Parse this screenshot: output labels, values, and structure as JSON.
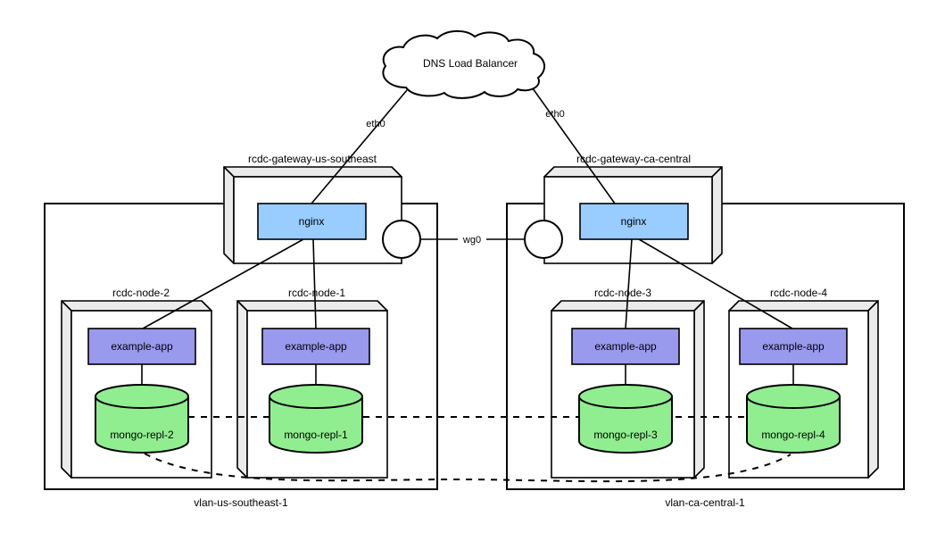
{
  "cloud": {
    "label": "DNS Load Balancer"
  },
  "links": {
    "eth0_left": "eth0",
    "eth0_right": "eth0",
    "wg0": "wg0"
  },
  "gateways": {
    "left": {
      "name": "rcdc-gateway-us-southeast",
      "service": "nginx"
    },
    "right": {
      "name": "rcdc-gateway-ca-central",
      "service": "nginx"
    }
  },
  "vlans": {
    "left": {
      "name": "vlan-us-southeast-1"
    },
    "right": {
      "name": "vlan-ca-central-1"
    }
  },
  "nodes": {
    "node2": {
      "name": "rcdc-node-2",
      "app": "example-app",
      "db": "mongo-repl-2"
    },
    "node1": {
      "name": "rcdc-node-1",
      "app": "example-app",
      "db": "mongo-repl-1"
    },
    "node3": {
      "name": "rcdc-node-3",
      "app": "example-app",
      "db": "mongo-repl-3"
    },
    "node4": {
      "name": "rcdc-node-4",
      "app": "example-app",
      "db": "mongo-repl-4"
    }
  },
  "colors": {
    "nginx": "#99ccff",
    "app": "#9999ee",
    "db": "#90ee90",
    "cloud": "#e8e8e8"
  }
}
